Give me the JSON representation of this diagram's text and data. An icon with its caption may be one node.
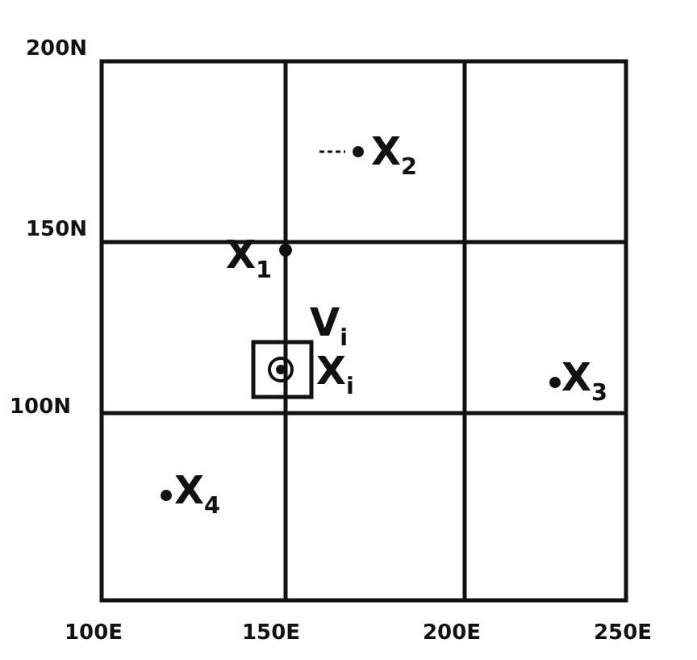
{
  "diagram": {
    "labels": [
      "200N",
      "X$_{2}$",
      "150N",
      "X$_{1}$",
      "V$_{i}$",
      "X$_{i}$",
      "100N",
      "X$_{3}$",
      "X$_{4}$",
      "100E",
      "150E",
      "200E",
      "250E"
    ]
  }
}
